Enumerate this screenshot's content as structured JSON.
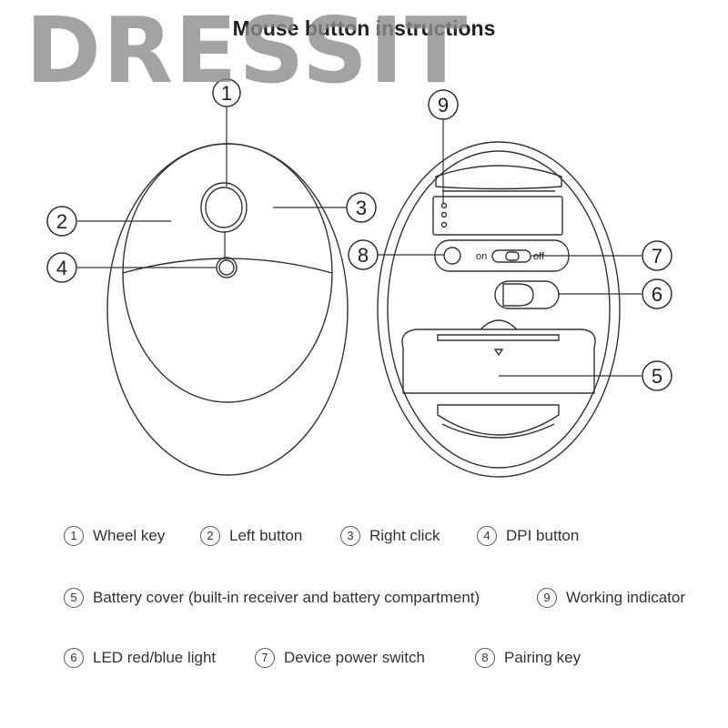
{
  "watermark": "DRESSIT",
  "title": "Mouse button instructions",
  "diagram_labels": {
    "c1": "1",
    "c2": "2",
    "c3": "3",
    "c4": "4",
    "c5": "5",
    "c6": "6",
    "c7": "7",
    "c8": "8",
    "c9": "9",
    "switch_on": "on",
    "switch_off": "off"
  },
  "legend": [
    {
      "num": "1",
      "label": "Wheel key"
    },
    {
      "num": "2",
      "label": "Left button"
    },
    {
      "num": "3",
      "label": "Right click"
    },
    {
      "num": "4",
      "label": "DPI button"
    },
    {
      "num": "5",
      "label": "Battery cover (built-in receiver and battery compartment)"
    },
    {
      "num": "9",
      "label": "Working indicator"
    },
    {
      "num": "6",
      "label": "LED red/blue light"
    },
    {
      "num": "7",
      "label": "Device power switch"
    },
    {
      "num": "8",
      "label": "Pairing key"
    }
  ]
}
